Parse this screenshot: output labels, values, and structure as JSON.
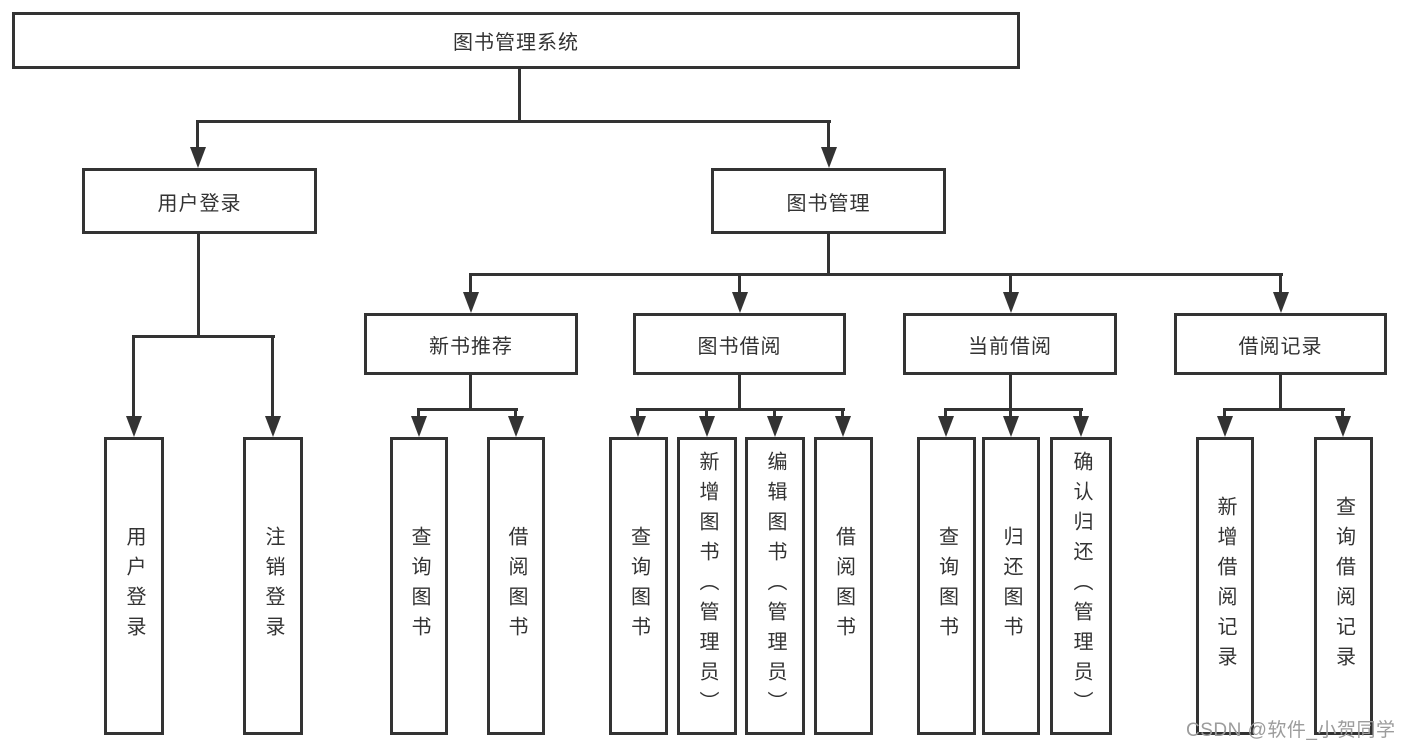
{
  "diagram": {
    "root": {
      "label": "图书管理系统"
    },
    "branches": [
      {
        "label": "用户登录",
        "children": [
          {
            "label": "用户登录"
          },
          {
            "label": "注销登录"
          }
        ]
      },
      {
        "label": "图书管理",
        "children": [
          {
            "label": "新书推荐",
            "children": [
              {
                "label": "查询图书"
              },
              {
                "label": "借阅图书"
              }
            ]
          },
          {
            "label": "图书借阅",
            "children": [
              {
                "label": "查询图书"
              },
              {
                "label": "新增图书（管理员）"
              },
              {
                "label": "编辑图书（管理员）"
              },
              {
                "label": "借阅图书"
              }
            ]
          },
          {
            "label": "当前借阅",
            "children": [
              {
                "label": "查询图书"
              },
              {
                "label": "归还图书"
              },
              {
                "label": "确认归还（管理员）"
              }
            ]
          },
          {
            "label": "借阅记录",
            "children": [
              {
                "label": "新增借阅记录"
              },
              {
                "label": "查询借阅记录"
              }
            ]
          }
        ]
      }
    ]
  },
  "watermark": {
    "text": "CSDN @软件_小贺同学"
  },
  "colors": {
    "line": "#333333",
    "box_border": "#333333",
    "text": "#333333",
    "watermark_text": "#9c9c9c",
    "background": "#ffffff"
  }
}
